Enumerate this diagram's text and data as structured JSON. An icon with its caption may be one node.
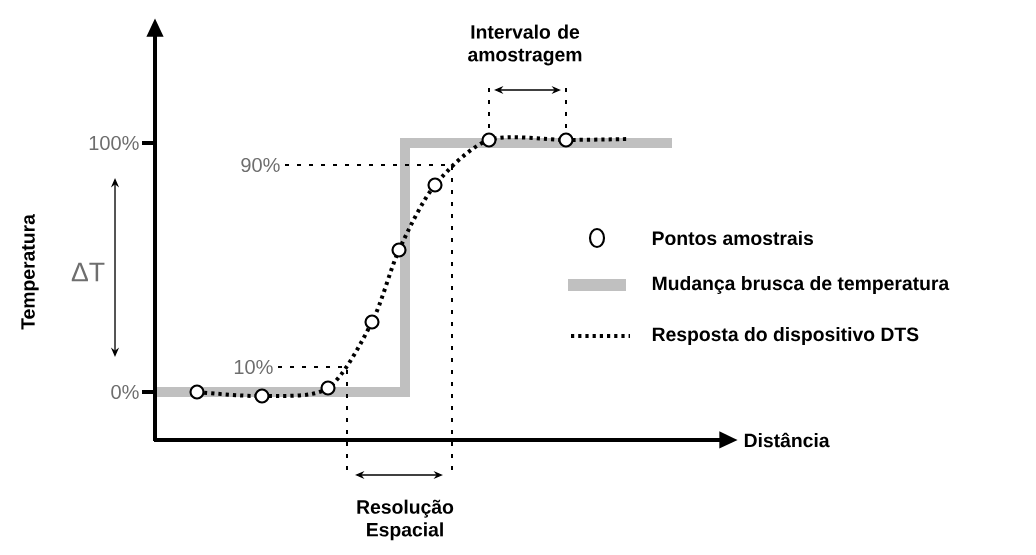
{
  "diagram": {
    "labels": [
      "Intervalo de amostragem",
      "100%",
      "90%",
      "Temperatura",
      "ΔT",
      "10%",
      "0%",
      "Distância",
      "Resolução Espacial"
    ],
    "legend": [
      {
        "text": "Pontos amostrais"
      },
      {
        "text": "Mudança brusca de temperatura"
      },
      {
        "text": "Resposta do dispositivo DTS"
      }
    ]
  }
}
